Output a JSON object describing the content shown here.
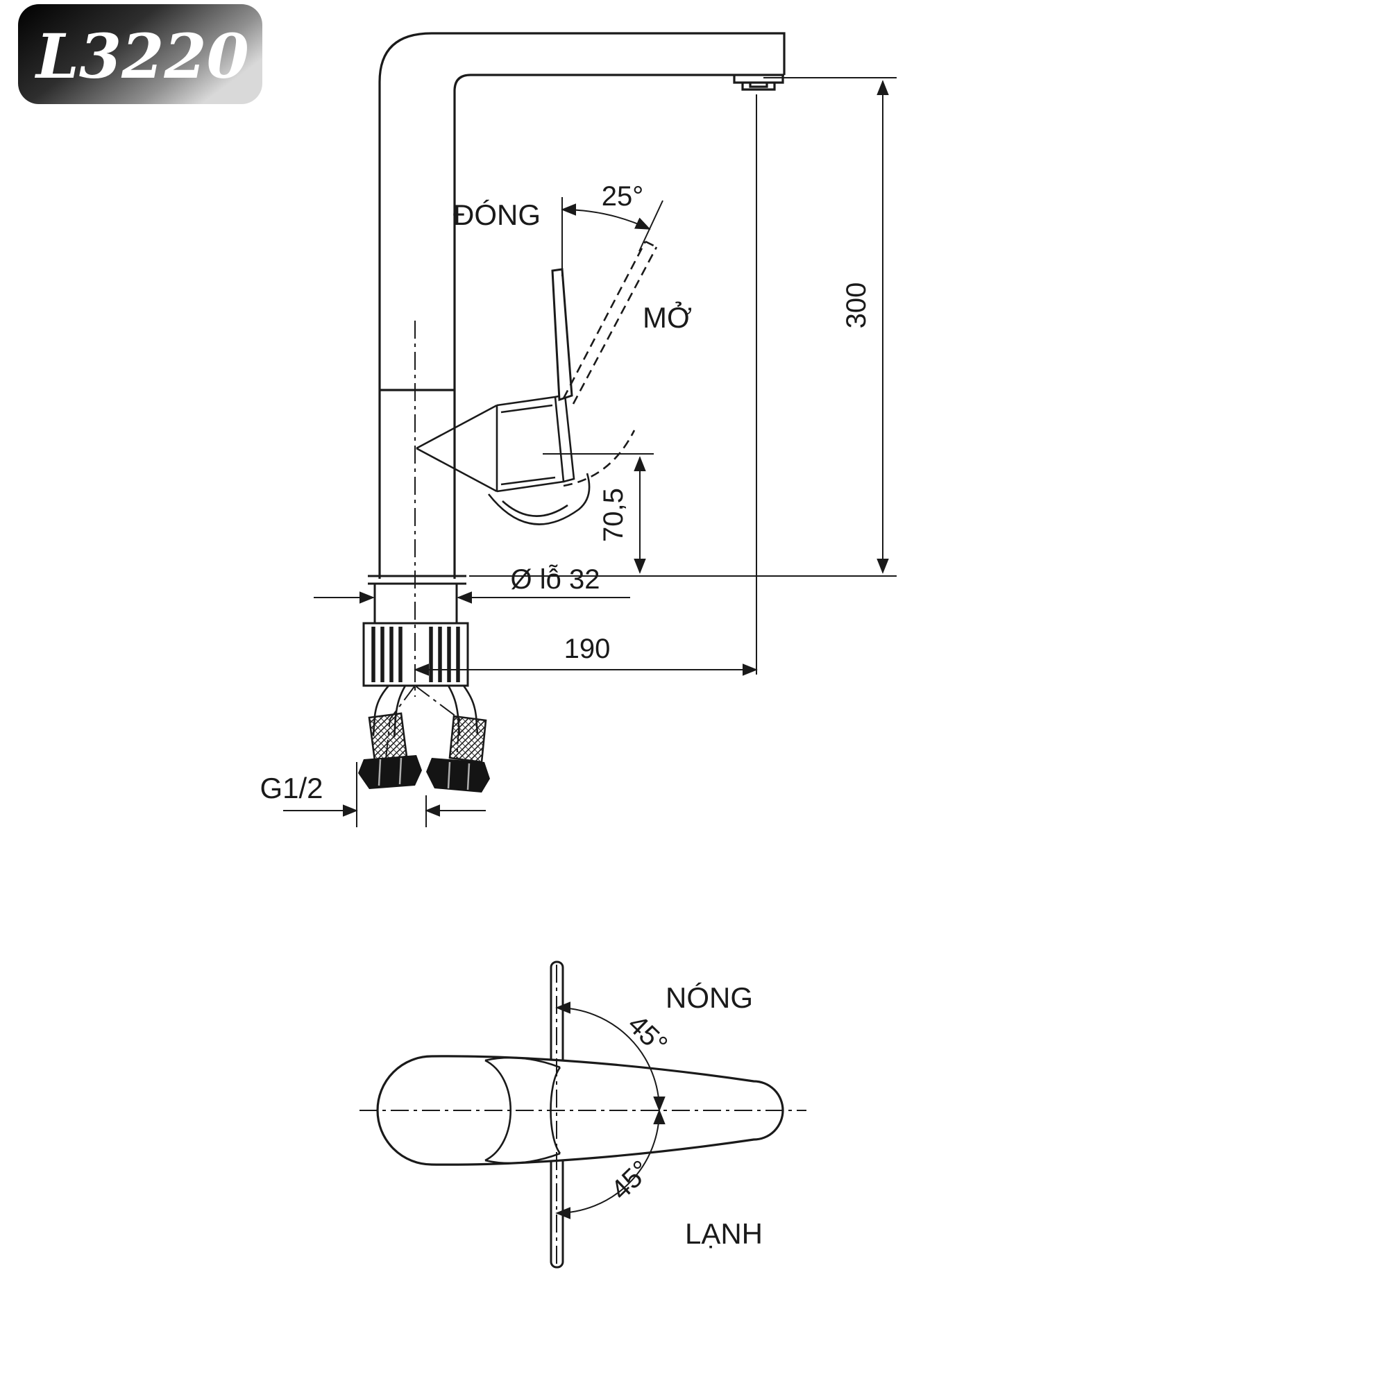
{
  "product": {
    "model": "L3220"
  },
  "side_view": {
    "label_close": "ĐÓNG",
    "label_open": "MỞ",
    "open_angle": "25°",
    "dim_height_to_spout": "300",
    "dim_body_height": "70,5",
    "dim_hole_diameter": "Ø lỗ 32",
    "dim_spout_reach": "190",
    "dim_connection_thread": "G1/2"
  },
  "plan_view": {
    "label_hot": "NÓNG",
    "label_cold": "LẠNH",
    "hot_swing_angle": "45°",
    "cold_swing_angle": "45°"
  },
  "colors": {
    "line": "#1a1a1a",
    "background": "#ffffff"
  }
}
